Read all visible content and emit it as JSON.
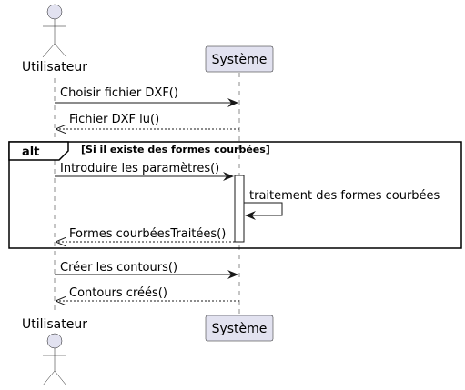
{
  "participants": {
    "actor": {
      "label": "Utilisateur",
      "type": "actor"
    },
    "system": {
      "label": "Système",
      "type": "participant"
    }
  },
  "messages": [
    {
      "text": "Choisir fichier DXF()",
      "from": "actor",
      "to": "system",
      "style": "solid"
    },
    {
      "text": "Fichier DXF lu()",
      "from": "system",
      "to": "actor",
      "style": "dashed"
    },
    {
      "text": "Introduire les paramètres()",
      "from": "actor",
      "to": "system",
      "style": "solid"
    },
    {
      "text": "traitement des formes courbées",
      "from": "system",
      "to": "system",
      "style": "self"
    },
    {
      "text": "Formes courbéesTraitées()",
      "from": "system",
      "to": "actor",
      "style": "dashed"
    },
    {
      "text": "Créer les contours()",
      "from": "actor",
      "to": "system",
      "style": "solid"
    },
    {
      "text": "Contours créés()",
      "from": "system",
      "to": "actor",
      "style": "dashed"
    }
  ],
  "alt_fragment": {
    "keyword": "alt",
    "guard": "[Si il existe des formes courbées]"
  },
  "colors": {
    "participant_fill": "#e2e2f0",
    "line": "#181818"
  }
}
